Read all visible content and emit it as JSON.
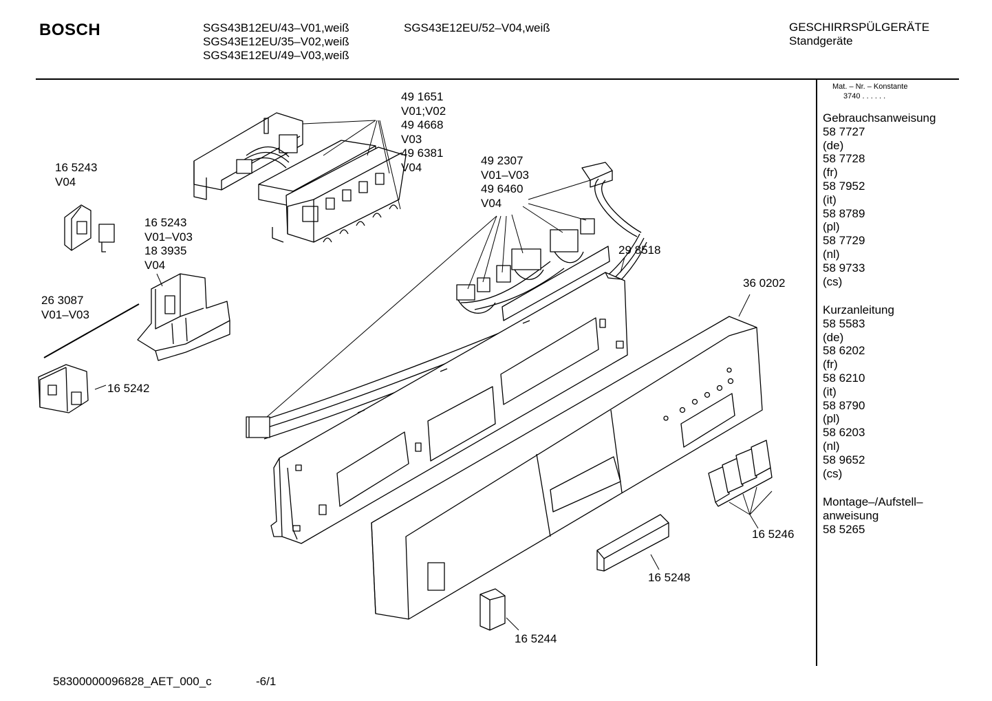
{
  "header": {
    "brand": "BOSCH",
    "models_col1": [
      "SGS43B12EU/43–V01,weiß",
      "SGS43E12EU/35–V02,weiß",
      "SGS43E12EU/49–V03,weiß"
    ],
    "models_col2": [
      "SGS43E12EU/52–V04,weiß"
    ],
    "category": "GESCHIRRSPÜLGERÄTE",
    "subcategory": "Standgeräte"
  },
  "sidebar": {
    "mat_label": "Mat. – Nr. – Konstante",
    "mat_constant": "3740 . . . . . .",
    "sections": [
      {
        "title": "Gebrauchsanweisung",
        "entries": [
          "58 7727",
          "(de)",
          "58 7728",
          "(fr)",
          "58 7952",
          "(it)",
          "58 8789",
          "(pl)",
          "58 7729",
          "(nl)",
          "58 9733",
          "(cs)"
        ]
      },
      {
        "title": "Kurzanleitung",
        "entries": [
          "58 5583",
          "(de)",
          "58 6202",
          "(fr)",
          "58 6210",
          "(it)",
          "58 8790",
          "(pl)",
          "58 6203",
          "(nl)",
          "58 9652",
          "(cs)"
        ]
      },
      {
        "title": "Montage–/Aufstell–",
        "entries": [
          "anweisung",
          "58 5265"
        ]
      }
    ]
  },
  "callouts": [
    {
      "id": "electronic-module",
      "lines": [
        "49 1651",
        "V01;V02",
        "49 4668",
        "V03",
        "49 6381",
        "V04"
      ]
    },
    {
      "id": "cable-harness",
      "lines": [
        "49 2307",
        "V01–V03",
        "49 6460",
        "V04"
      ]
    },
    {
      "id": "door-lock-top",
      "lines": [
        "16 5243",
        "V04"
      ]
    },
    {
      "id": "door-lock-mid",
      "lines": [
        "16 5243",
        "V01–V03",
        "18 3935",
        "V04"
      ]
    },
    {
      "id": "bowden-cable",
      "lines": [
        "26 3087",
        "V01–V03"
      ]
    },
    {
      "id": "switch",
      "lines": [
        "16 5242"
      ]
    },
    {
      "id": "control-panel-frame",
      "lines": [
        "29 8518"
      ]
    },
    {
      "id": "panel-cover",
      "lines": [
        "36 0202"
      ]
    },
    {
      "id": "push-buttons",
      "lines": [
        "16 5246"
      ]
    },
    {
      "id": "handle-cap",
      "lines": [
        "16 5248"
      ]
    },
    {
      "id": "knob",
      "lines": [
        "16 5244"
      ]
    }
  ],
  "footer": {
    "doc_id": "58300000096828_AET_000_c",
    "page": "-6/1"
  }
}
